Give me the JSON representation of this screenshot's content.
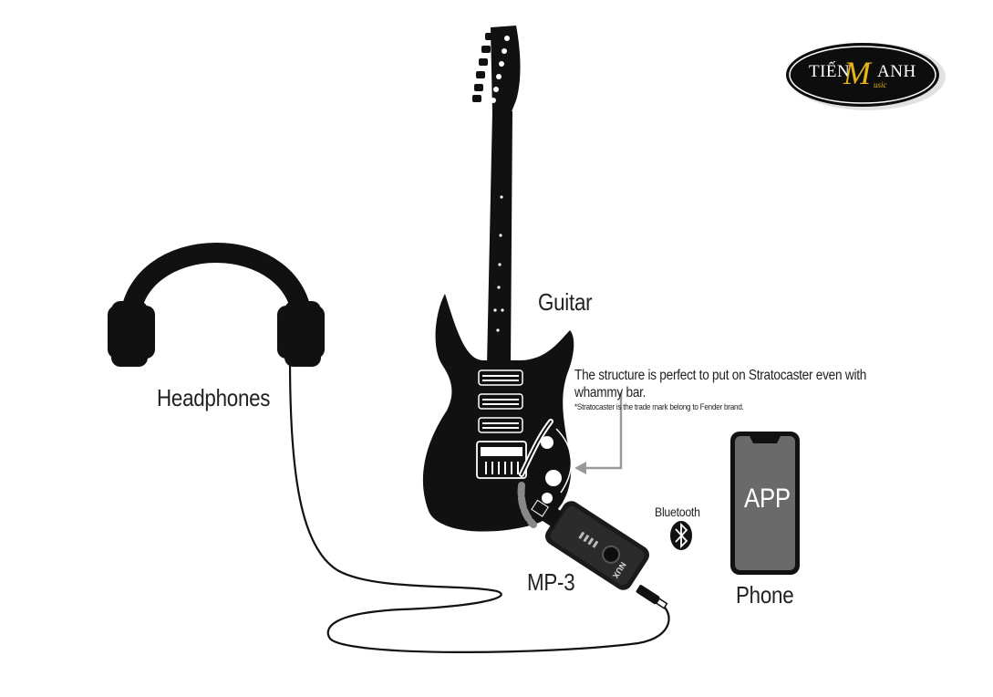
{
  "labels": {
    "guitar": "Guitar",
    "headphones": "Headphones",
    "mp3": "MP-3",
    "phone": "Phone",
    "bluetooth": "Bluetooth",
    "app": "APP",
    "structure_note": "The structure is perfect to put on Stratocaster even with whammy bar.",
    "trademark_note": "*Stratocaster is the trade mark belong to Fender brand."
  },
  "logo": {
    "part1": "TIẾN",
    "part2": "M",
    "part3": "ANH",
    "part4": "usic"
  },
  "device_text": {
    "brand": "NUX"
  },
  "icons": {
    "headphones": "headphones-icon",
    "guitar": "guitar-icon",
    "mp3": "mp3-device-icon",
    "phone": "phone-icon",
    "bluetooth": "bluetooth-icon",
    "arrow": "arrow-icon",
    "cable": "cable-icon"
  },
  "colors": {
    "ink": "#111111",
    "screen": "#6a6a6a",
    "logo_bg": "#0d0d0d",
    "logo_gold": "#e4b21a"
  }
}
